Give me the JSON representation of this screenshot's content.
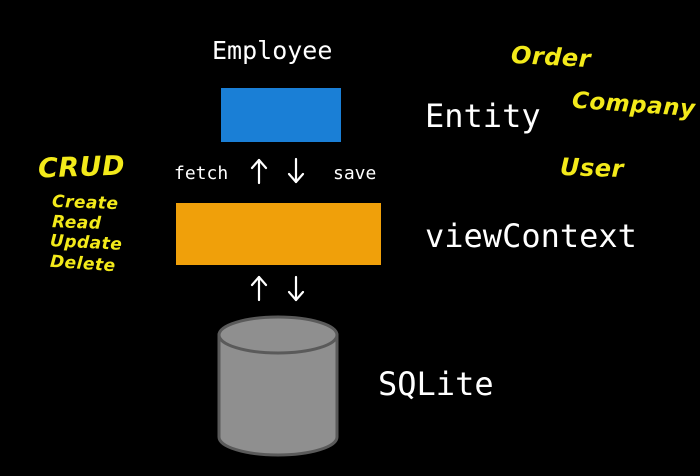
{
  "labels": {
    "employee": "Employee",
    "entity": "Entity",
    "view_context": "viewContext",
    "sqlite": "SQLite",
    "fetch": "fetch",
    "save": "save"
  },
  "annotations": {
    "order": "Order",
    "company": "Company",
    "user": "User",
    "crud_title": "CRUD",
    "crud_items": [
      "Create",
      "Read",
      "Update",
      "Delete"
    ]
  },
  "colors": {
    "background": "#000000",
    "entity_box": "#1a7fd6",
    "context_box": "#f0a00a",
    "database_fill": "#8f8f8f",
    "database_stroke": "#5a5a5a",
    "handwriting": "#f3ea1a",
    "text": "#ffffff"
  }
}
